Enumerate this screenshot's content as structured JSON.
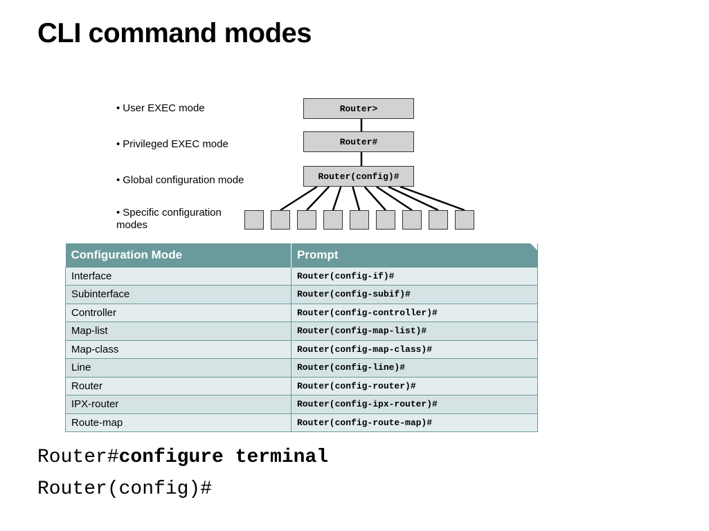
{
  "slide": {
    "title": "CLI command modes"
  },
  "hierarchy": {
    "bullets": [
      {
        "mark": "•",
        "text": "User EXEC mode"
      },
      {
        "mark": "•",
        "text": "Privileged EXEC mode"
      },
      {
        "mark": "•",
        "text": "Global configuration mode"
      },
      {
        "mark": "•",
        "text": "Specific configuration modes"
      }
    ],
    "boxes": [
      {
        "label": "Router>"
      },
      {
        "label": "Router#"
      },
      {
        "label": "Router(config)#"
      }
    ],
    "leaf_count": 9
  },
  "table": {
    "headers": [
      "Configuration Mode",
      "Prompt"
    ],
    "rows": [
      {
        "mode": "Interface",
        "prompt": "Router(config-if)#"
      },
      {
        "mode": "Subinterface",
        "prompt": "Router(config-subif)#"
      },
      {
        "mode": "Controller",
        "prompt": "Router(config-controller)#"
      },
      {
        "mode": "Map-list",
        "prompt": "Router(config-map-list)#"
      },
      {
        "mode": "Map-class",
        "prompt": "Router(config-map-class)#"
      },
      {
        "mode": "Line",
        "prompt": "Router(config-line)#"
      },
      {
        "mode": "Router",
        "prompt": "Router(config-router)#"
      },
      {
        "mode": "IPX-router",
        "prompt": "Router(config-ipx-router)#"
      },
      {
        "mode": "Route-map",
        "prompt": "Router(config-route-map)#"
      }
    ]
  },
  "commands": {
    "line1_prompt": "Router#",
    "line1_command": "configure terminal",
    "line2_prompt": "Router(config)#"
  },
  "colors": {
    "header_bg": "#6a9a9c",
    "row_light": "#e3eded",
    "row_dark": "#d6e3e4",
    "box_fill": "#d2d2d2"
  }
}
